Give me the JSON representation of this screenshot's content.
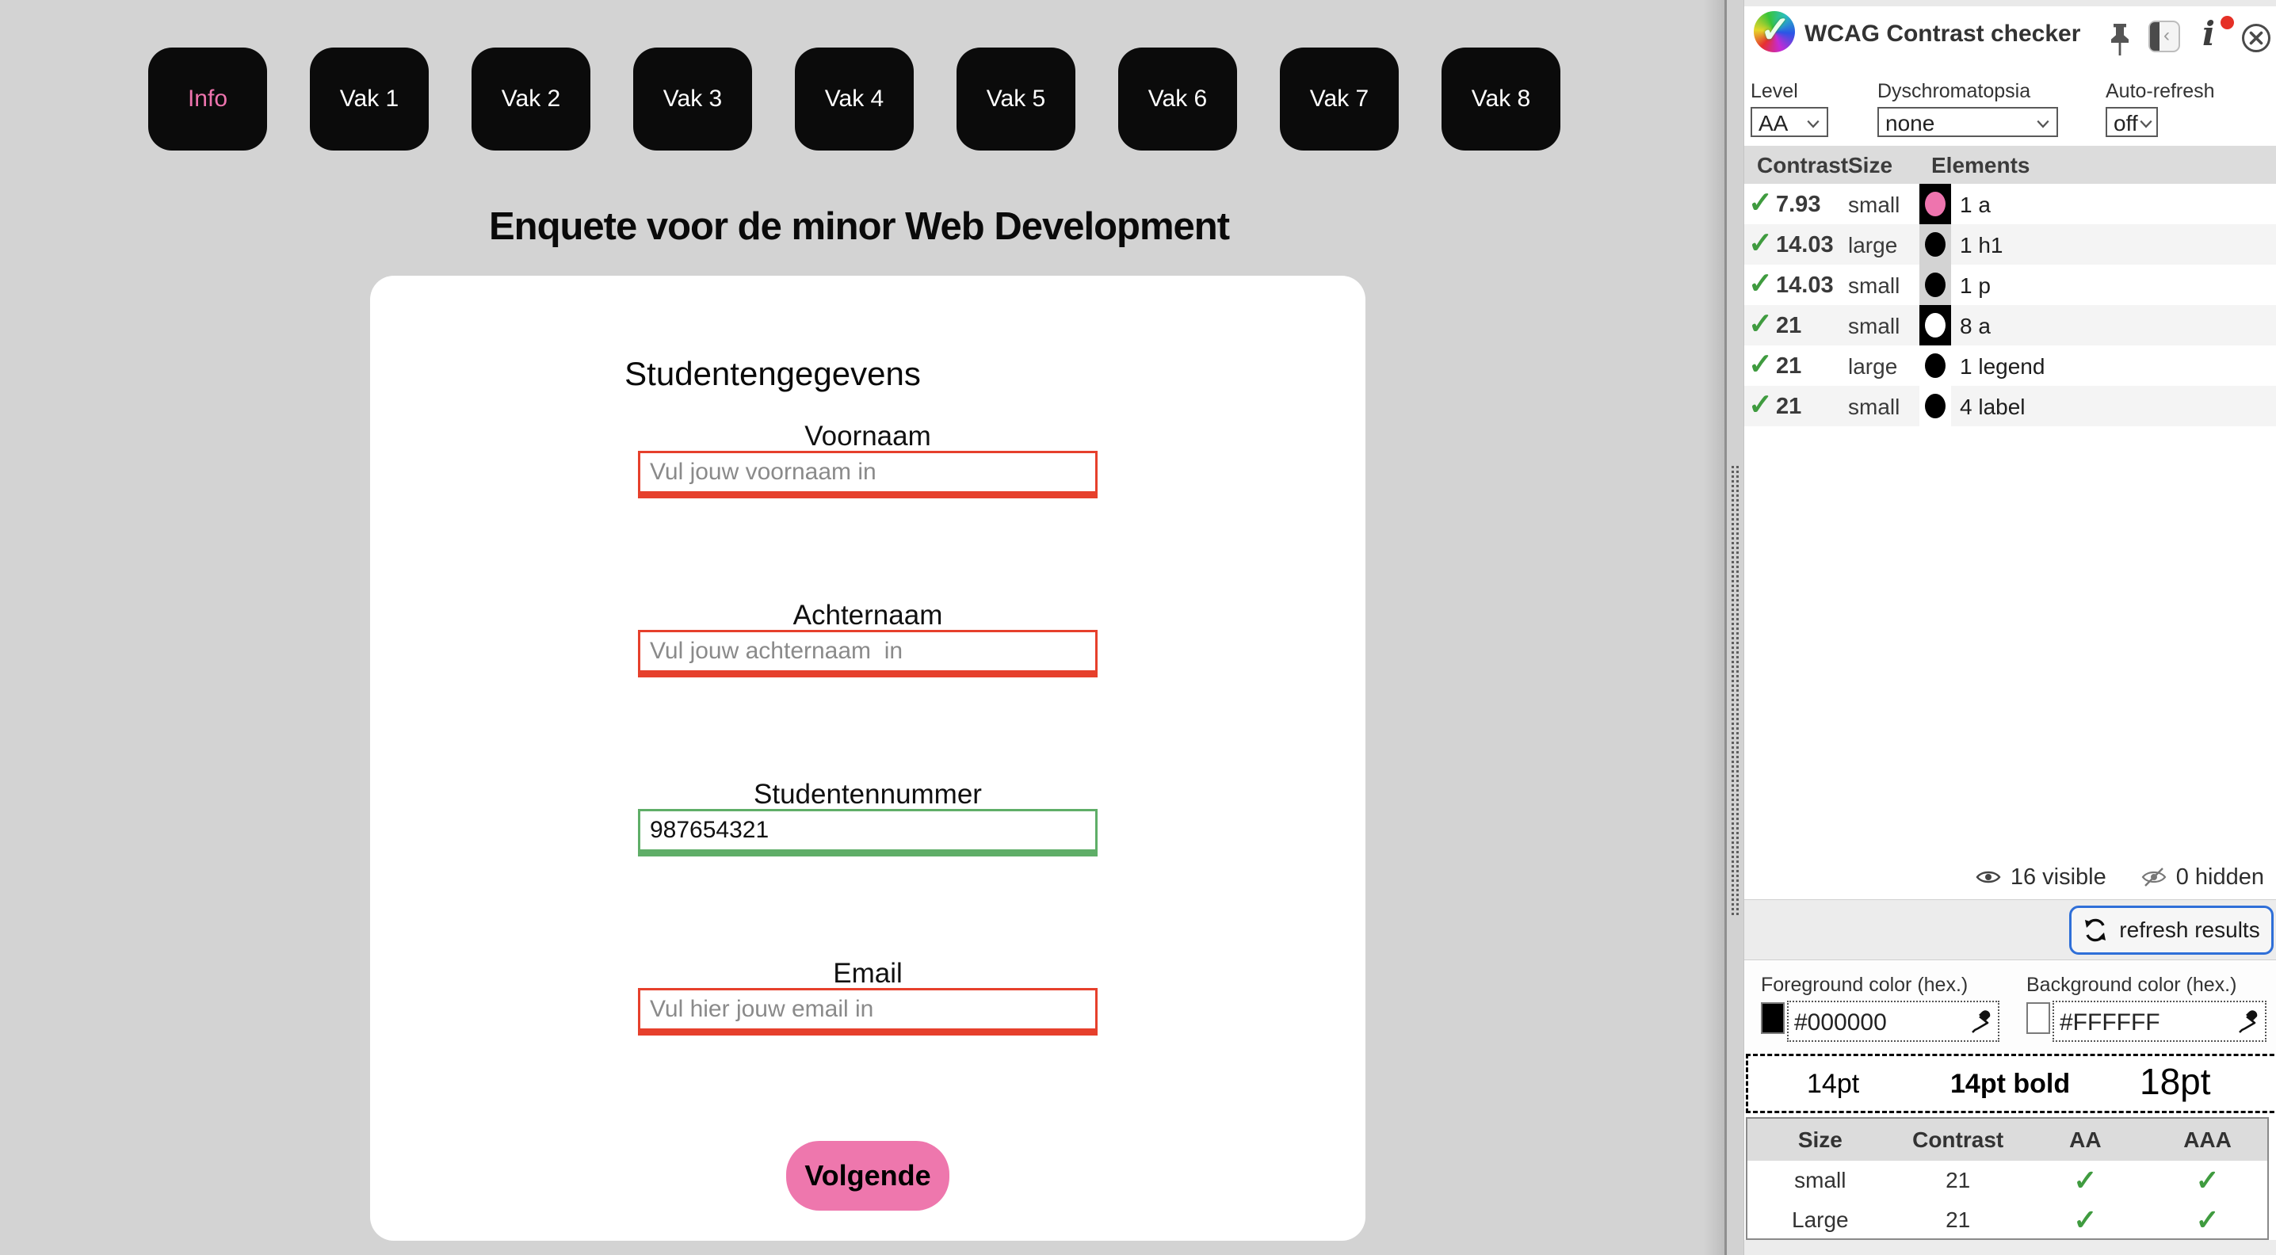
{
  "page": {
    "nav": {
      "items": [
        {
          "label": "Info",
          "active": true
        },
        {
          "label": "Vak 1",
          "active": false
        },
        {
          "label": "Vak 2",
          "active": false
        },
        {
          "label": "Vak 3",
          "active": false
        },
        {
          "label": "Vak 4",
          "active": false
        },
        {
          "label": "Vak 5",
          "active": false
        },
        {
          "label": "Vak 6",
          "active": false
        },
        {
          "label": "Vak 7",
          "active": false
        },
        {
          "label": "Vak 8",
          "active": false
        }
      ]
    },
    "title": "Enquete voor de minor Web Development",
    "form": {
      "legend": "Studentengegevens",
      "fields": [
        {
          "label": "Voornaam",
          "placeholder": "Vul jouw voornaam in",
          "value": "",
          "state": "invalid"
        },
        {
          "label": "Achternaam",
          "placeholder": "Vul jouw achternaam  in",
          "value": "",
          "state": "invalid"
        },
        {
          "label": "Studentennummer",
          "placeholder": "",
          "value": "987654321",
          "state": "valid"
        },
        {
          "label": "Email",
          "placeholder": "Vul hier jouw email in",
          "value": "",
          "state": "invalid"
        }
      ],
      "submit_label": "Volgende"
    }
  },
  "panel": {
    "title": "WCAG Contrast checker",
    "header_icons": [
      "pin-icon",
      "collapse-panel-icon",
      "info-icon",
      "notification-dot",
      "close-icon"
    ],
    "controls": [
      {
        "label": "Level",
        "value": "AA"
      },
      {
        "label": "Dyschromatopsia",
        "value": "none"
      },
      {
        "label": "Auto-refresh",
        "value": "off"
      }
    ],
    "results": {
      "columns": [
        "Contrast",
        "Size",
        "Elements"
      ],
      "rows": [
        {
          "pass": true,
          "contrast": "7.93",
          "size": "small",
          "elements": "1 a",
          "fg": "#ee74ae",
          "bg": "#000000"
        },
        {
          "pass": true,
          "contrast": "14.03",
          "size": "large",
          "elements": "1 h1",
          "fg": "#000000",
          "bg": "#d3d3d3"
        },
        {
          "pass": true,
          "contrast": "14.03",
          "size": "small",
          "elements": "1 p",
          "fg": "#000000",
          "bg": "#d3d3d3"
        },
        {
          "pass": true,
          "contrast": "21",
          "size": "small",
          "elements": "8 a",
          "fg": "#ffffff",
          "bg": "#000000"
        },
        {
          "pass": true,
          "contrast": "21",
          "size": "large",
          "elements": "1 legend",
          "fg": "#000000",
          "bg": "#ffffff"
        },
        {
          "pass": true,
          "contrast": "21",
          "size": "small",
          "elements": "4 label",
          "fg": "#000000",
          "bg": "#ffffff"
        }
      ],
      "visible_count": "16 visible",
      "hidden_count": "0 hidden",
      "refresh_label": "refresh results"
    },
    "color_pickers": {
      "foreground": {
        "label": "Foreground color (hex.)",
        "value": "#000000"
      },
      "background": {
        "label": "Background color (hex.)",
        "value": "#FFFFFF"
      }
    },
    "samples": [
      {
        "label": "14pt"
      },
      {
        "label": "14pt bold"
      },
      {
        "label": "18pt"
      }
    ],
    "summary": {
      "columns": [
        "Size",
        "Contrast",
        "AA",
        "AAA"
      ],
      "rows": [
        {
          "size": "small",
          "contrast": "21",
          "aa": true,
          "aaa": true
        },
        {
          "size": "Large",
          "contrast": "21",
          "aa": true,
          "aaa": true
        }
      ]
    }
  },
  "colors": {
    "page_background": "#d3d3d3",
    "nav_button": "#0b0b0b",
    "accent_pink": "#ee74ae",
    "invalid_red": "#e6402c",
    "valid_green": "#5fae68",
    "pass_check_green": "#3f9b3f",
    "refresh_border_blue": "#2f6fd8",
    "notification_red": "#e53026"
  }
}
